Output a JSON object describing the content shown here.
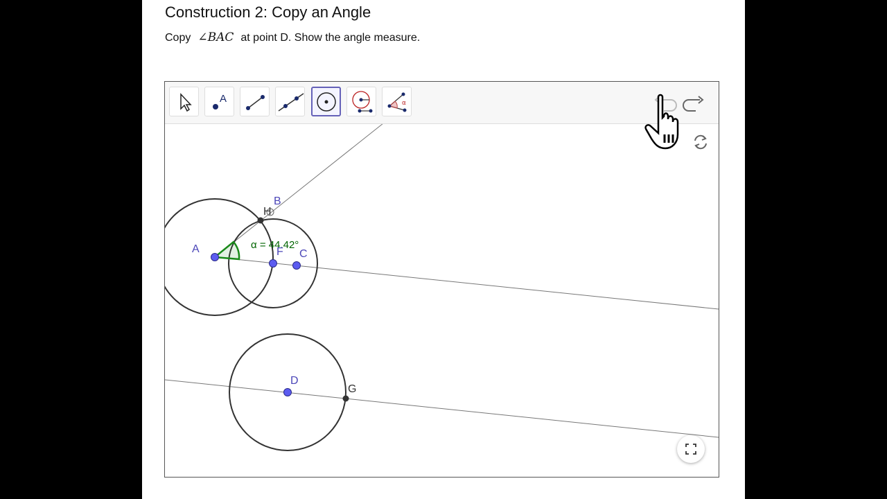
{
  "page": {
    "title": "Construction 2: Copy an Angle",
    "prompt_before": "Copy",
    "prompt_math": "∠BAC",
    "prompt_after": "at point D. Show the angle measure."
  },
  "toolbar": {
    "tools": [
      {
        "name": "move-tool",
        "label": "Move",
        "icon": "arrow-cursor-icon"
      },
      {
        "name": "point-tool",
        "label": "A",
        "icon": "point-icon"
      },
      {
        "name": "segment-tool",
        "label": "Segment",
        "icon": "segment-icon"
      },
      {
        "name": "line-tool",
        "label": "Line",
        "icon": "line-icon"
      },
      {
        "name": "circle-tool",
        "label": "Circle with Center",
        "icon": "circle-center-icon",
        "selected": true
      },
      {
        "name": "compass-tool",
        "label": "Compass",
        "icon": "compass-icon"
      },
      {
        "name": "angle-tool",
        "label": "α",
        "icon": "angle-icon"
      }
    ],
    "undo_icon": "undo-icon",
    "redo_icon": "redo-icon",
    "reset_icon": "reset-icon"
  },
  "construction": {
    "points": {
      "A": "A",
      "B": "B",
      "C": "C",
      "D": "D",
      "F": "F",
      "G": "G",
      "H": "H"
    },
    "angle_label": "α = 44.42°"
  },
  "colors": {
    "point_free": "#5c5cf0",
    "point_dependent": "#333333",
    "label_free": "#4b46b8",
    "angle": "#1a8a1a",
    "angle_text": "#006400",
    "circle": "#333333",
    "line": "#777777",
    "selected_border": "#6561b8"
  },
  "fullscreen_icon": "fullscreen-icon"
}
